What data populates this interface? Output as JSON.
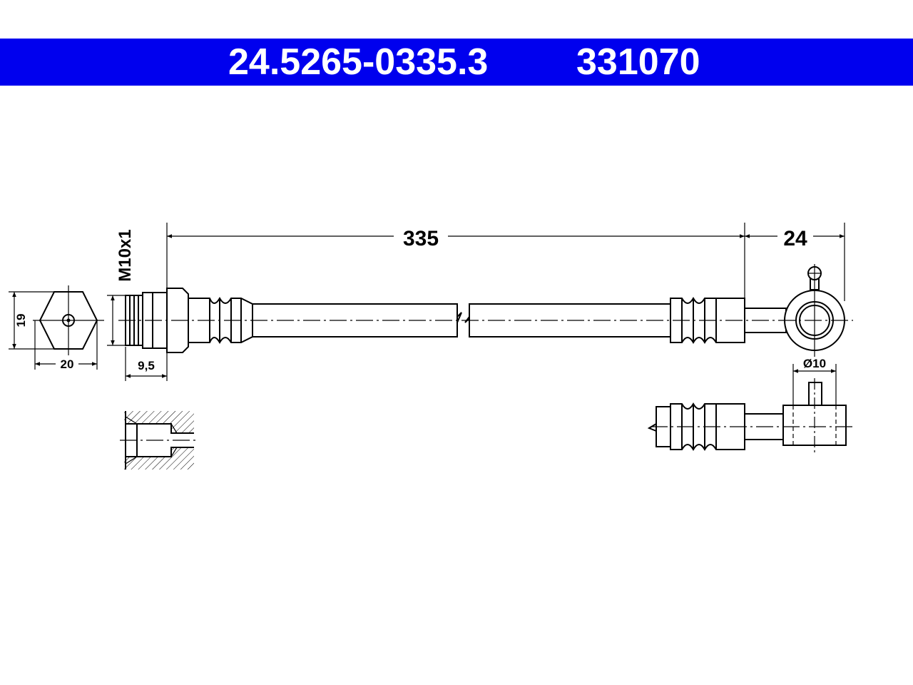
{
  "header": {
    "part_number": "24.5265-0335.3",
    "article_number": "331070",
    "background_color": "#0000ee",
    "text_color": "#ffffff"
  },
  "dimensions": {
    "hex_height": "19",
    "hex_width": "20",
    "thread": "M10x1",
    "fitting_length": "9,5",
    "hose_length": "335",
    "banjo_length": "24",
    "banjo_diameter": "Ø10"
  }
}
